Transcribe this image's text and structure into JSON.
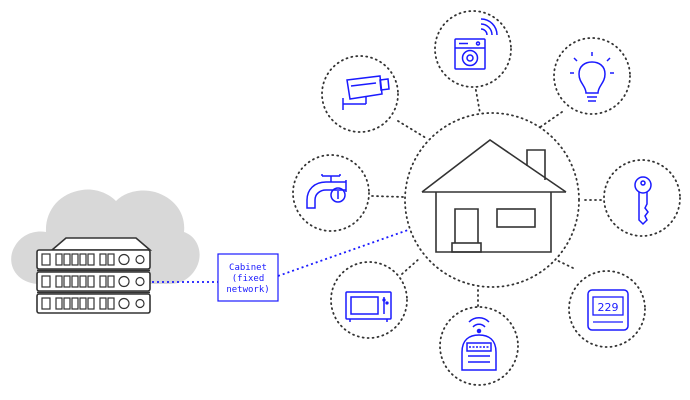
{
  "diagram": {
    "cabinet": {
      "line1": "Cabinet",
      "line2": "(fixed",
      "line3": "network)"
    },
    "thermostat_display": "229",
    "colors": {
      "accent": "#1a1aff",
      "outline": "#333333",
      "cloud": "#d8d8d8",
      "link": "#1a1aff"
    },
    "devices": [
      "washing-machine-icon",
      "light-bulb-icon",
      "key-icon",
      "thermostat-icon",
      "smart-meter-icon",
      "microwave-icon",
      "water-tap-icon",
      "security-camera-icon"
    ]
  }
}
